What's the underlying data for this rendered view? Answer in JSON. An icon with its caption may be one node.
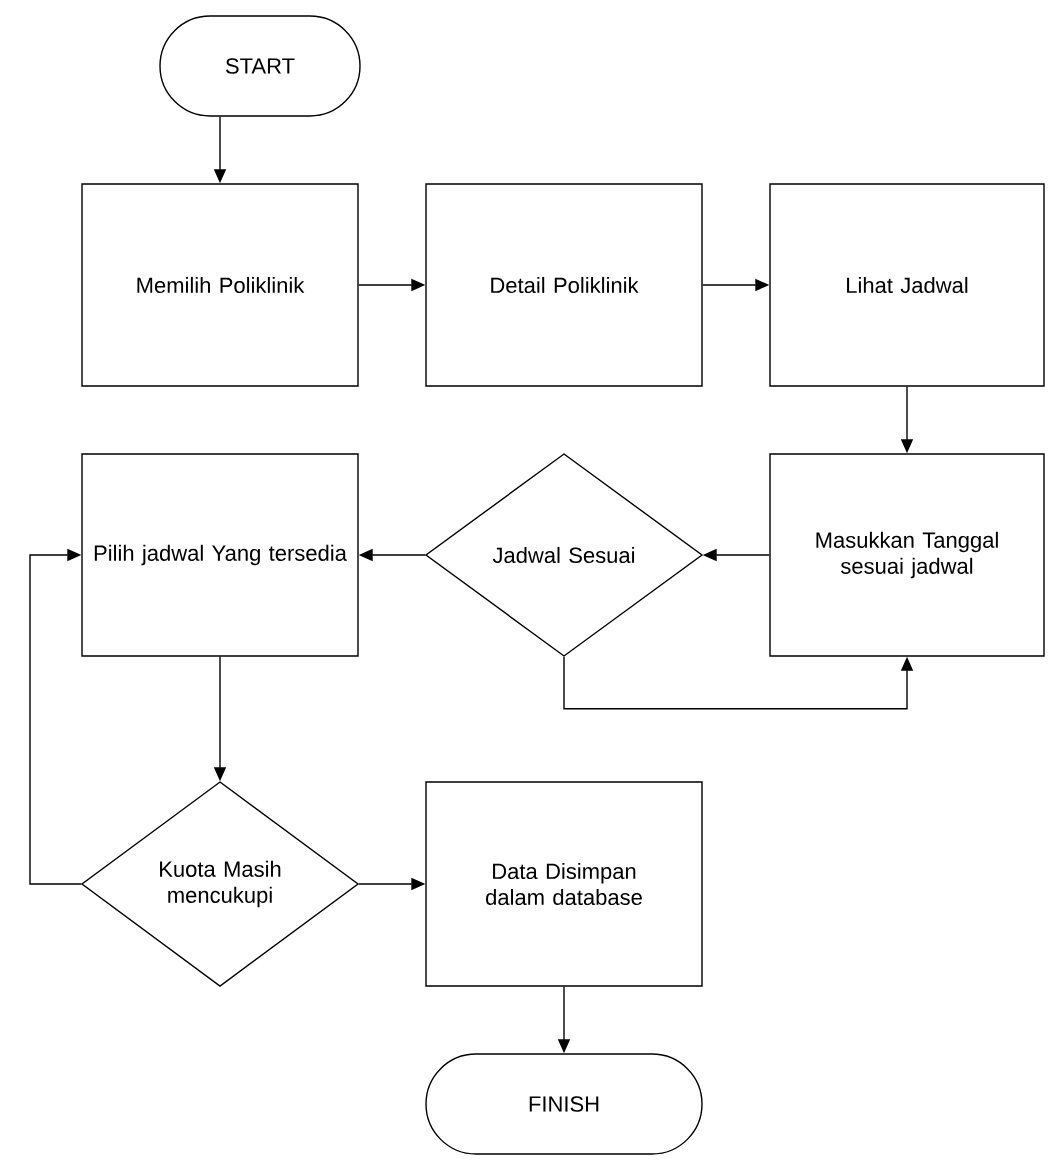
{
  "diagram": {
    "nodes": [
      {
        "text": [
          "START"
        ]
      },
      {
        "text": [
          "Memilih Poliklinik"
        ]
      },
      {
        "text": [
          "Detail Poliklinik"
        ]
      },
      {
        "text": [
          "Lihat Jadwal"
        ]
      },
      {
        "text": [
          "Pilih jadwal Yang tersedia"
        ]
      },
      {
        "text": [
          "Jadwal Sesuai"
        ]
      },
      {
        "text": [
          "Masukkan Tanggal sesuai jadwal"
        ]
      },
      {
        "text": [
          "Kuota Masih mencukupi"
        ]
      },
      {
        "text": [
          "Data Disimpan dalam database"
        ]
      },
      {
        "text": [
          "FINISH"
        ]
      }
    ],
    "edges": [
      {
        "from": 0,
        "to": 1,
        "arrow": "to"
      },
      {
        "from": 1,
        "to": 2,
        "arrow": "to"
      },
      {
        "from": 2,
        "to": 3,
        "arrow": "to"
      },
      {
        "from": 3,
        "to": 6,
        "arrow": "to"
      },
      {
        "from": 6,
        "to": 5,
        "arrow": "to"
      },
      {
        "from": 5,
        "to": 4,
        "arrow": "to"
      },
      {
        "from": 5,
        "to": 6,
        "arrow": "to"
      },
      {
        "from": 4,
        "to": 7,
        "arrow": "to"
      },
      {
        "from": 7,
        "to": 4,
        "arrow": "to"
      },
      {
        "from": 7,
        "to": 8,
        "arrow": "to"
      },
      {
        "from": 8,
        "to": 9,
        "arrow": "to"
      }
    ]
  }
}
